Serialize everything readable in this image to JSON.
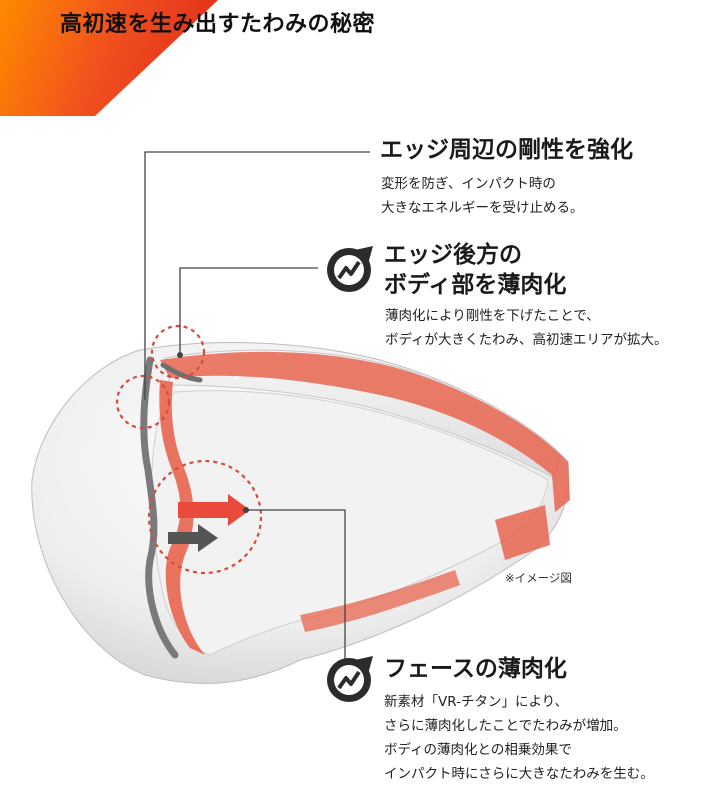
{
  "header": {
    "title": "高初速を生み出すたわみの秘密",
    "accent_colors": [
      "#ff7a00",
      "#e8321c"
    ]
  },
  "features": [
    {
      "title": "エッジ周辺の剛性を強化",
      "lines": [
        "変形を防ぎ、インパクト時の",
        "大きなエネルギーを受け止める。"
      ]
    },
    {
      "title_lines": [
        "エッジ後方の",
        "ボディ部を薄肉化"
      ],
      "lines": [
        "薄肉化により剛性を下げたことで、",
        "ボディが大きくたわみ、高初速エリアが拡大。"
      ]
    },
    {
      "title": "フェースの薄肉化",
      "lines": [
        "新素材「VR-チタン」により、",
        "さらに薄肉化したことでたわみが増加。",
        "ボディの薄肉化との相乗効果で",
        "インパクト時にさらに大きなたわみを生む。"
      ]
    }
  ],
  "note": "※イメージ図",
  "colors": {
    "highlight": "#e8654f",
    "dashed": "#d94a3a",
    "arrow_red": "#ea4a3c",
    "arrow_gray": "#555555",
    "badge": "#2b2b2b"
  },
  "icons": [
    "energy-bolt-badge-icon"
  ]
}
